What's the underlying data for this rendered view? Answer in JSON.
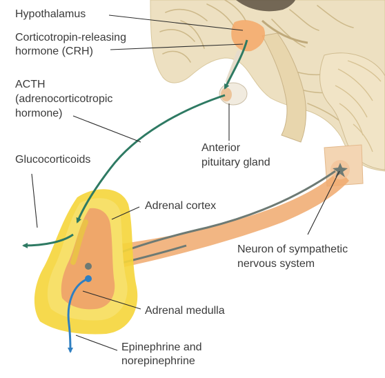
{
  "labels": {
    "hypothalamus": "Hypothalamus",
    "crh_line1": "Corticotropin-releasing",
    "crh_line2": "hormone (CRH)",
    "acth_line1": "ACTH",
    "acth_line2": "(adrenocorticotropic",
    "acth_line3": "hormone)",
    "glucocorticoids": "Glucocorticoids",
    "anterior_pituitary_line1": "Anterior",
    "anterior_pituitary_line2": "pituitary gland",
    "adrenal_cortex": "Adrenal cortex",
    "sympathetic_neuron_line1": "Neuron of sympathetic",
    "sympathetic_neuron_line2": "nervous system",
    "adrenal_medulla": "Adrenal medulla",
    "epinephrine_line1": "Epinephrine and",
    "epinephrine_line2": "norepinephrine"
  },
  "colors": {
    "hormone_arrow": "#2e7a63",
    "medulla_output_arrow": "#2f7fc1",
    "neuron": "#f0a96d",
    "neuron_cell": "#6d7a74",
    "adrenal_cortex": "#f5d53a",
    "adrenal_medulla": "#eea36a",
    "brain_tissue": "#ede0c1",
    "label_text": "#3a3a3a"
  }
}
